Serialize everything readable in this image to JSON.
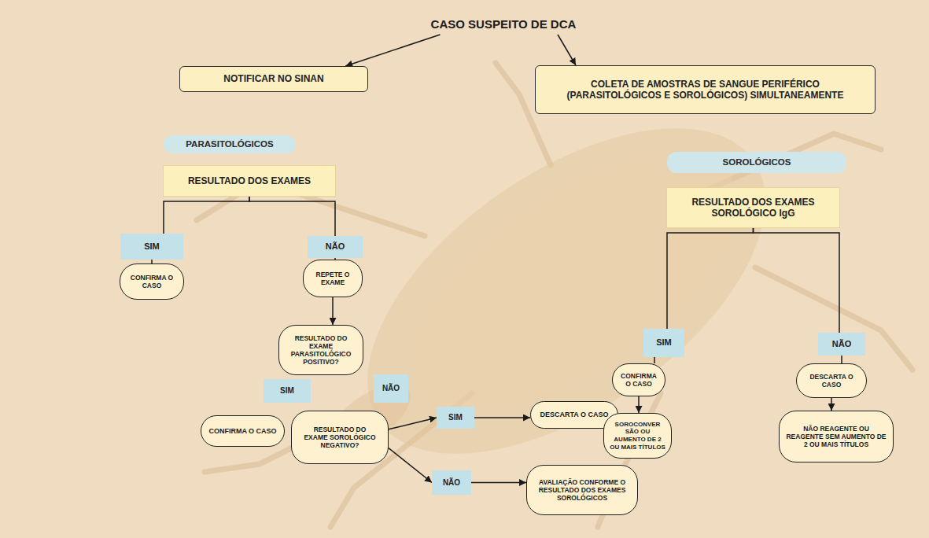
{
  "diagram": {
    "nodes": [
      {
        "text": [
          "CASO SUSPEITO DE DCA"
        ]
      },
      {
        "text": [
          "NOTIFICAR NO SINAN"
        ]
      },
      {
        "text": [
          "COLETA DE AMOSTRAS DE SANGUE PERIFÉRICO (PARASITOLÓGICOS E SOROLÓGICOS) SIMULTANEAMENTE"
        ]
      },
      {
        "text": [
          "PARASITOLÓGICOS"
        ]
      },
      {
        "text": [
          "RESULTADO DOS EXAMES"
        ]
      },
      {
        "text": [
          "SIM"
        ]
      },
      {
        "text": [
          "NÃO"
        ]
      },
      {
        "text": [
          "CONFIRMA O CASO"
        ]
      },
      {
        "text": [
          "REPETE O EXAME"
        ]
      },
      {
        "text": [
          "RESULTADO DO EXAME PARASITOLÓGICO POSITIVO?"
        ]
      },
      {
        "text": [
          "SIM"
        ]
      },
      {
        "text": [
          "NÃO"
        ]
      },
      {
        "text": [
          "CONFIRMA O CASO"
        ]
      },
      {
        "text": [
          "RESULTADO DO EXAME SOROLÓGICO NEGATIVO?"
        ]
      },
      {
        "text": [
          "SIM"
        ]
      },
      {
        "text": [
          "DESCARTA O CASO"
        ]
      },
      {
        "text": [
          "NÃO"
        ]
      },
      {
        "text": [
          "AVALIAÇÃO CONFORME O RESULTADO DOS EXAMES SOROLÓGICOS"
        ]
      },
      {
        "text": [
          "SOROLÓGICOS"
        ]
      },
      {
        "text": [
          "RESULTADO DOS EXAMES SOROLÓGICO IgG"
        ]
      },
      {
        "text": [
          "SIM"
        ]
      },
      {
        "text": [
          "NÃO"
        ]
      },
      {
        "text": [
          "CONFIRMA O CASO"
        ]
      },
      {
        "text": [
          "DESCARTA O CASO"
        ]
      },
      {
        "text": [
          "SOROCONVER SÃO OU AUMENTO DE 2 OU MAIS TÍTULOS"
        ]
      },
      {
        "text": [
          "NÃO REAGENTE OU REAGENTE SEM AUMENTO DE 2 OU MAIS TÍTULOS"
        ]
      }
    ],
    "edges": [
      {
        "from": 0,
        "to": 1,
        "arrow": "to"
      },
      {
        "from": 0,
        "to": 2,
        "arrow": "to"
      },
      {
        "from": 4,
        "to": 5,
        "arrow": "none"
      },
      {
        "from": 4,
        "to": 6,
        "arrow": "none"
      },
      {
        "from": 5,
        "to": 7,
        "arrow": "none"
      },
      {
        "from": 6,
        "to": 8,
        "arrow": "none"
      },
      {
        "from": 8,
        "to": 9,
        "arrow": "to"
      },
      {
        "from": 13,
        "to": 14,
        "arrow": "to"
      },
      {
        "from": 14,
        "to": 15,
        "arrow": "to"
      },
      {
        "from": 13,
        "to": 16,
        "arrow": "to"
      },
      {
        "from": 16,
        "to": 17,
        "arrow": "to"
      },
      {
        "from": 19,
        "to": 20,
        "arrow": "none"
      },
      {
        "from": 19,
        "to": 21,
        "arrow": "none"
      },
      {
        "from": 20,
        "to": 22,
        "arrow": "none"
      },
      {
        "from": 21,
        "to": 23,
        "arrow": "none"
      },
      {
        "from": 22,
        "to": 24,
        "arrow": "to"
      },
      {
        "from": 23,
        "to": 25,
        "arrow": "to"
      }
    ]
  }
}
